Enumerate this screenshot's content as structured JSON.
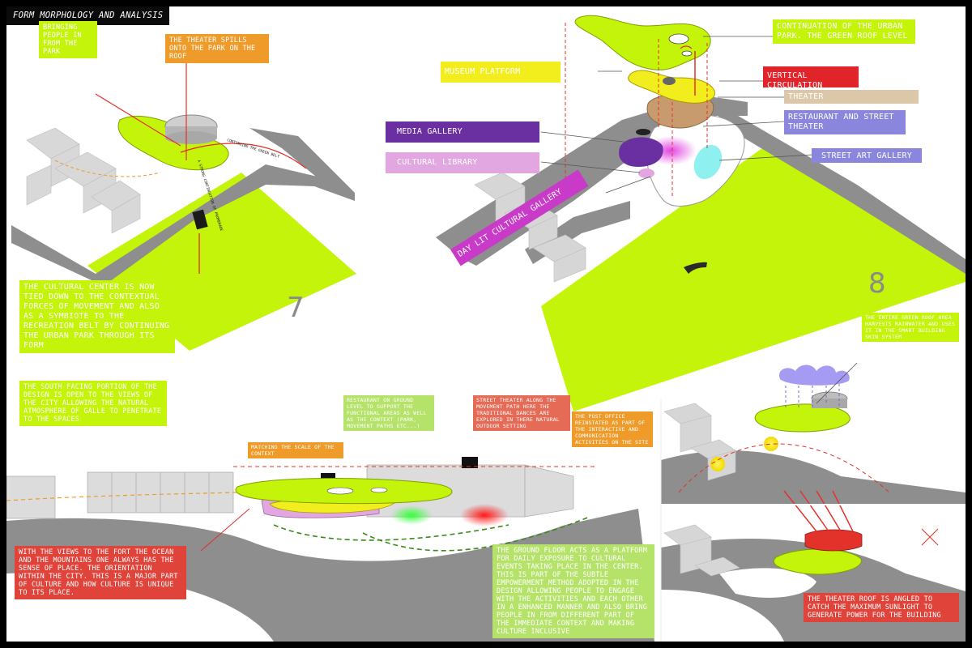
{
  "title": "FORM MORPHOLOGY AND ANALYSIS",
  "colors": {
    "green": "#c3f40a",
    "orange": "#ee9b2a",
    "yellow": "#f2ee1e",
    "red": "#e0242a",
    "tan": "#dcc7a8",
    "lavender": "#8a86dd",
    "purple": "#6a2fa0",
    "pink": "#e2a7e1",
    "magenta": "#c93ac9",
    "salmon": "#e56b57",
    "road": "#8e8e8e"
  },
  "panel7": {
    "number": "7",
    "label_bringing": "BRINGING PEOPLE IN FROM THE PARK",
    "label_spill": "THE THEATER SPILLS ONTO THE PARK ON THE ROOF",
    "label_cultural": "THE CULTURAL CENTER IS NOW TIED DOWN TO THE CONTEXTUAL FORCES OF MOVEMENT AND ALSO AS A SYMBIOTE TO THE RECREATION BELT BY CONTINUING THE URBAN PARK THROUGH ITS FORM",
    "arrow_green_belt": "CONTINUING THE GREEN BELT",
    "arrow_promenade": "A STRONG CONTINUATION OF PROMENADE"
  },
  "panel8": {
    "number": "8",
    "label_urban_park": "CONTINUATION OF THE URBAN PARK. THE GREEN ROOF LEVEL",
    "label_museum": "MUSEUM PLATFORM",
    "label_vertical": "VERTICAL CIRCULATION",
    "label_theater": "THEATER",
    "label_restaurant": "RESTAURANT AND STREET THEATER",
    "label_street_art": "STREET ART GALLERY",
    "label_media": "MEDIA GALLERY",
    "label_library": "CULTURAL LIBRARY",
    "label_daylit": "DAY LIT CULTURAL GALLERY"
  },
  "panel_bottom": {
    "label_south": "THE SOUTH FACING PORTION OF THE DESIGN IS OPEN TO THE VIEWS OF THE CITY ALLOWING THE NATURAL ATMOSPHERE OF GALLE TO PENETRATE TO THE SPACES",
    "label_restaurant_ground": "RESTAURANT ON GROUND LEVEL TO SUPPORT THE FUNCTIONAL AREAS AS WELL AS THE CONTEXT (PARK, MOVEMENT PATHS ETC...)",
    "label_street_theater": "STREET THEATER ALONG THE MOVEMENT PATH HERE THE TRADITIONAL DANCES ARE EXPLORED IN THERE NATURAL OUTDOOR SETTING",
    "label_post_office": "THE POST OFFICE REINSTATED AS PART OF THE INTERACTIVE AND COMMUNICATION ACTIVITIES ON THE SITE",
    "label_scale": "MATCHING THE SCALE OF THE CONTEXT",
    "label_views": "WITH THE VIEWS TO THE FORT THE OCEAN AND THE MOUNTAINS ONE ALWAYS HAS THE SENSE OF PLACE. THE ORIENTATION WITHIN THE CITY. THIS IS A MAJOR PART OF CULTURE AND HOW CULTURE IS UNIQUE TO ITS PLACE.",
    "label_ground_floor": "THE GROUND FLOOR ACTS AS A PLATFORM FOR DAILY EXPOSURE TO CULTURAL EVENTS TAKING PLACE IN THE CENTER. THIS IS PART OF THE SUBTLE EMPOWERMENT METHOD ADOPTED IN THE DESIGN ALLOWING PEOPLE TO ENGAGE WITH THE ACTIVITIES AND EACH OTHER IN A ENHANCED MANNER AND ALSO BRING PEOPLE IN FROM DIFFERENT PART OF THE IMMEDIATE CONTEXT AND MAKING CULTURE INCLUSIVE"
  },
  "panel_right": {
    "label_green_roof": "THE ENTIRE GREEN ROOF AREA HARVESTS RAINWATER AND USES IT IN THE SMART BUILDING SKIN SYSTEM",
    "label_theater_roof": "THE THEATER ROOF IS ANGLED TO CATCH THE MAXIMUM SUNLIGHT TO GENERATE POWER FOR THE BUILDING"
  }
}
